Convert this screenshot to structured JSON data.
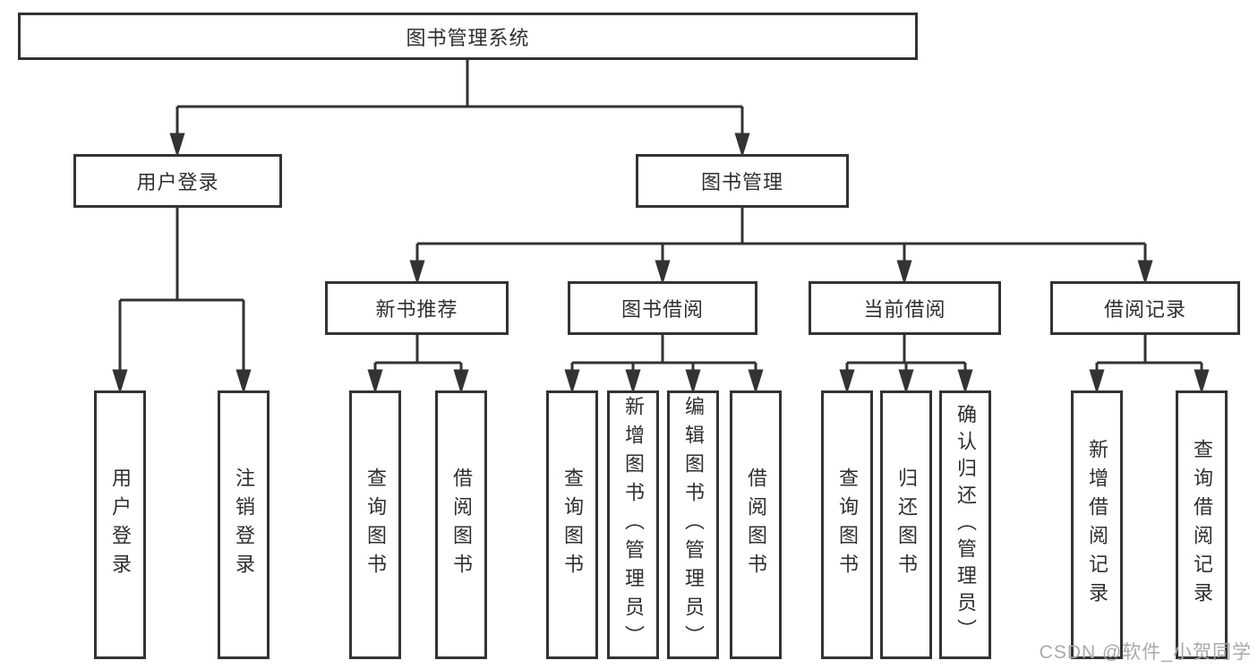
{
  "diagram_title": "图书管理系统",
  "nodes": {
    "root": "图书管理系统",
    "user_login": "用户登录",
    "book_management": "图书管理",
    "new_book_recommendation": "新书推荐",
    "book_borrowing": "图书借阅",
    "current_borrowing": "当前借阅",
    "borrowing_records": "借阅记录",
    "login_leaf": "用户登录",
    "logout_leaf": "注销登录",
    "recommend_query_books": "查询图书",
    "recommend_borrow_books": "借阅图书",
    "borrow_query_books": "查询图书",
    "borrow_add_books_admin": "新增图书（管理员）",
    "borrow_edit_books_admin": "编辑图书（管理员）",
    "borrow_borrow_books": "借阅图书",
    "current_query_books": "查询图书",
    "current_return_books": "归还图书",
    "current_confirm_return_admin": "确认归还（管理员）",
    "records_add_record": "新增借阅记录",
    "records_query_record": "查询借阅记录"
  },
  "watermark": {
    "text": "CSDN @软件_小贺同学"
  },
  "colors": {
    "line": "#333333",
    "box_border": "#333333",
    "box_background": "#ffffff",
    "text": "#2f2f2f",
    "watermark": "#a9a9a9"
  }
}
